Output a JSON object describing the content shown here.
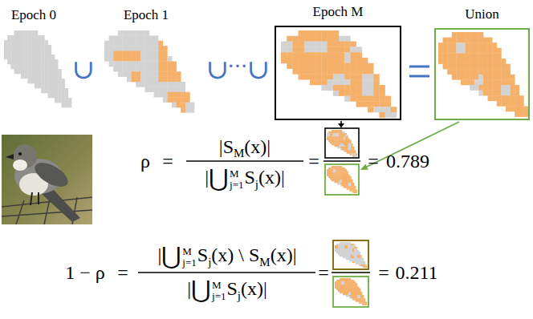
{
  "diagram": {
    "nodes": [
      {
        "text": [
          "Epoch M"
        ]
      },
      {
        "text": [
          "Union"
        ]
      }
    ],
    "labels": [
      "Epoch 0",
      "Epoch 1",
      "∪",
      "∪",
      "···",
      "∪",
      "ρ",
      "=",
      "|S",
      "M",
      "(x)|",
      "|",
      "⋃",
      "M",
      "j=1",
      "S",
      "j",
      "(x)|",
      "=",
      "=",
      "0.789",
      "1 − ρ",
      "=",
      "|",
      "⋃",
      "M",
      "j=1",
      "S",
      "j",
      "(x) \\ S",
      "M",
      "(x)|",
      "|",
      "⋃",
      "M",
      "j=1",
      "S",
      "j",
      "(x)|",
      "=",
      "=",
      "0.211"
    ]
  }
}
